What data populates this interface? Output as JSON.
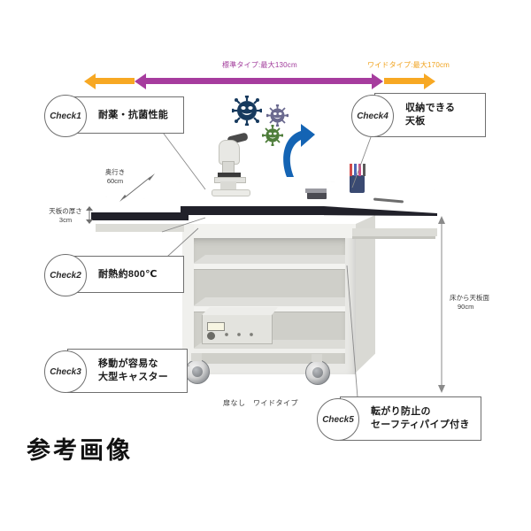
{
  "diagram": {
    "watermark": "参考画像",
    "bottom_caption": "扉なし　ワイドタイプ"
  },
  "width_arrows": {
    "standard_label": "標準タイプ:最大130cm",
    "wide_label": "ワイドタイプ:最大170cm",
    "standard_color": "#a63c9e",
    "wide_color": "#f7a823"
  },
  "checks": [
    {
      "badge": "Check1",
      "line1": "耐薬・抗菌性能",
      "line2": ""
    },
    {
      "badge": "Check2",
      "line1": "耐熱約800℃",
      "line2": ""
    },
    {
      "badge": "Check3",
      "line1": "移動が容易な",
      "line2": "大型キャスター"
    },
    {
      "badge": "Check4",
      "line1": "収納できる",
      "line2": "天板"
    },
    {
      "badge": "Check5",
      "line1": "転がり防止の",
      "line2": "セーフティパイプ付き"
    }
  ],
  "dimensions": {
    "depth_line1": "奥行き",
    "depth_line2": "60cm",
    "thickness_line1": "天板の厚さ",
    "thickness_line2": "3cm",
    "height_line1": "床から天板面",
    "height_line2": "90cm"
  }
}
